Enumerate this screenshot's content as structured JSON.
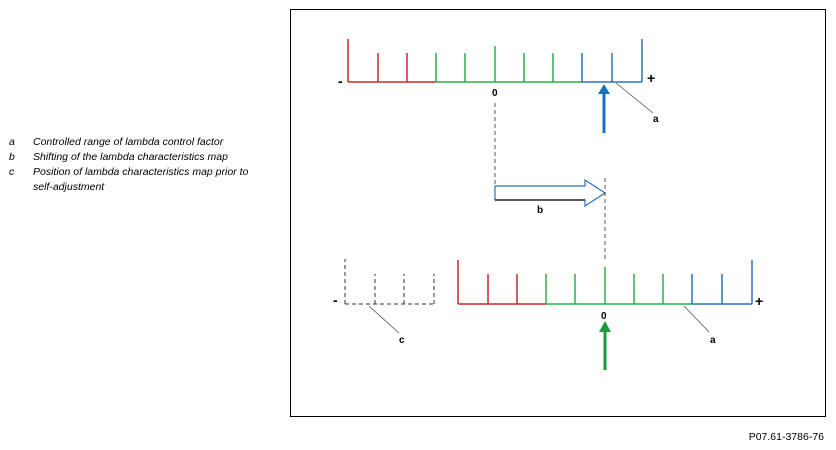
{
  "legend": [
    {
      "key": "a",
      "text": "Controlled range of lambda control factor"
    },
    {
      "key": "b",
      "text": "Shifting of the lambda characteristics map"
    },
    {
      "key": "c",
      "text": "Position of lambda characteristics map prior to self-adjustment"
    }
  ],
  "diagram": {
    "minus_sign": "-",
    "plus_sign": "+",
    "zero_label": "0",
    "label_a": "a",
    "label_b": "b",
    "label_c": "c",
    "colors": {
      "red": "#c8282d",
      "green": "#27b04a",
      "blue": "#2a72b8",
      "dark_blue_arrow": "#1f6fbf",
      "green_arrow": "#1f9a3a",
      "dashed": "#333333"
    }
  },
  "reference_code": "P07.61-3786-76"
}
